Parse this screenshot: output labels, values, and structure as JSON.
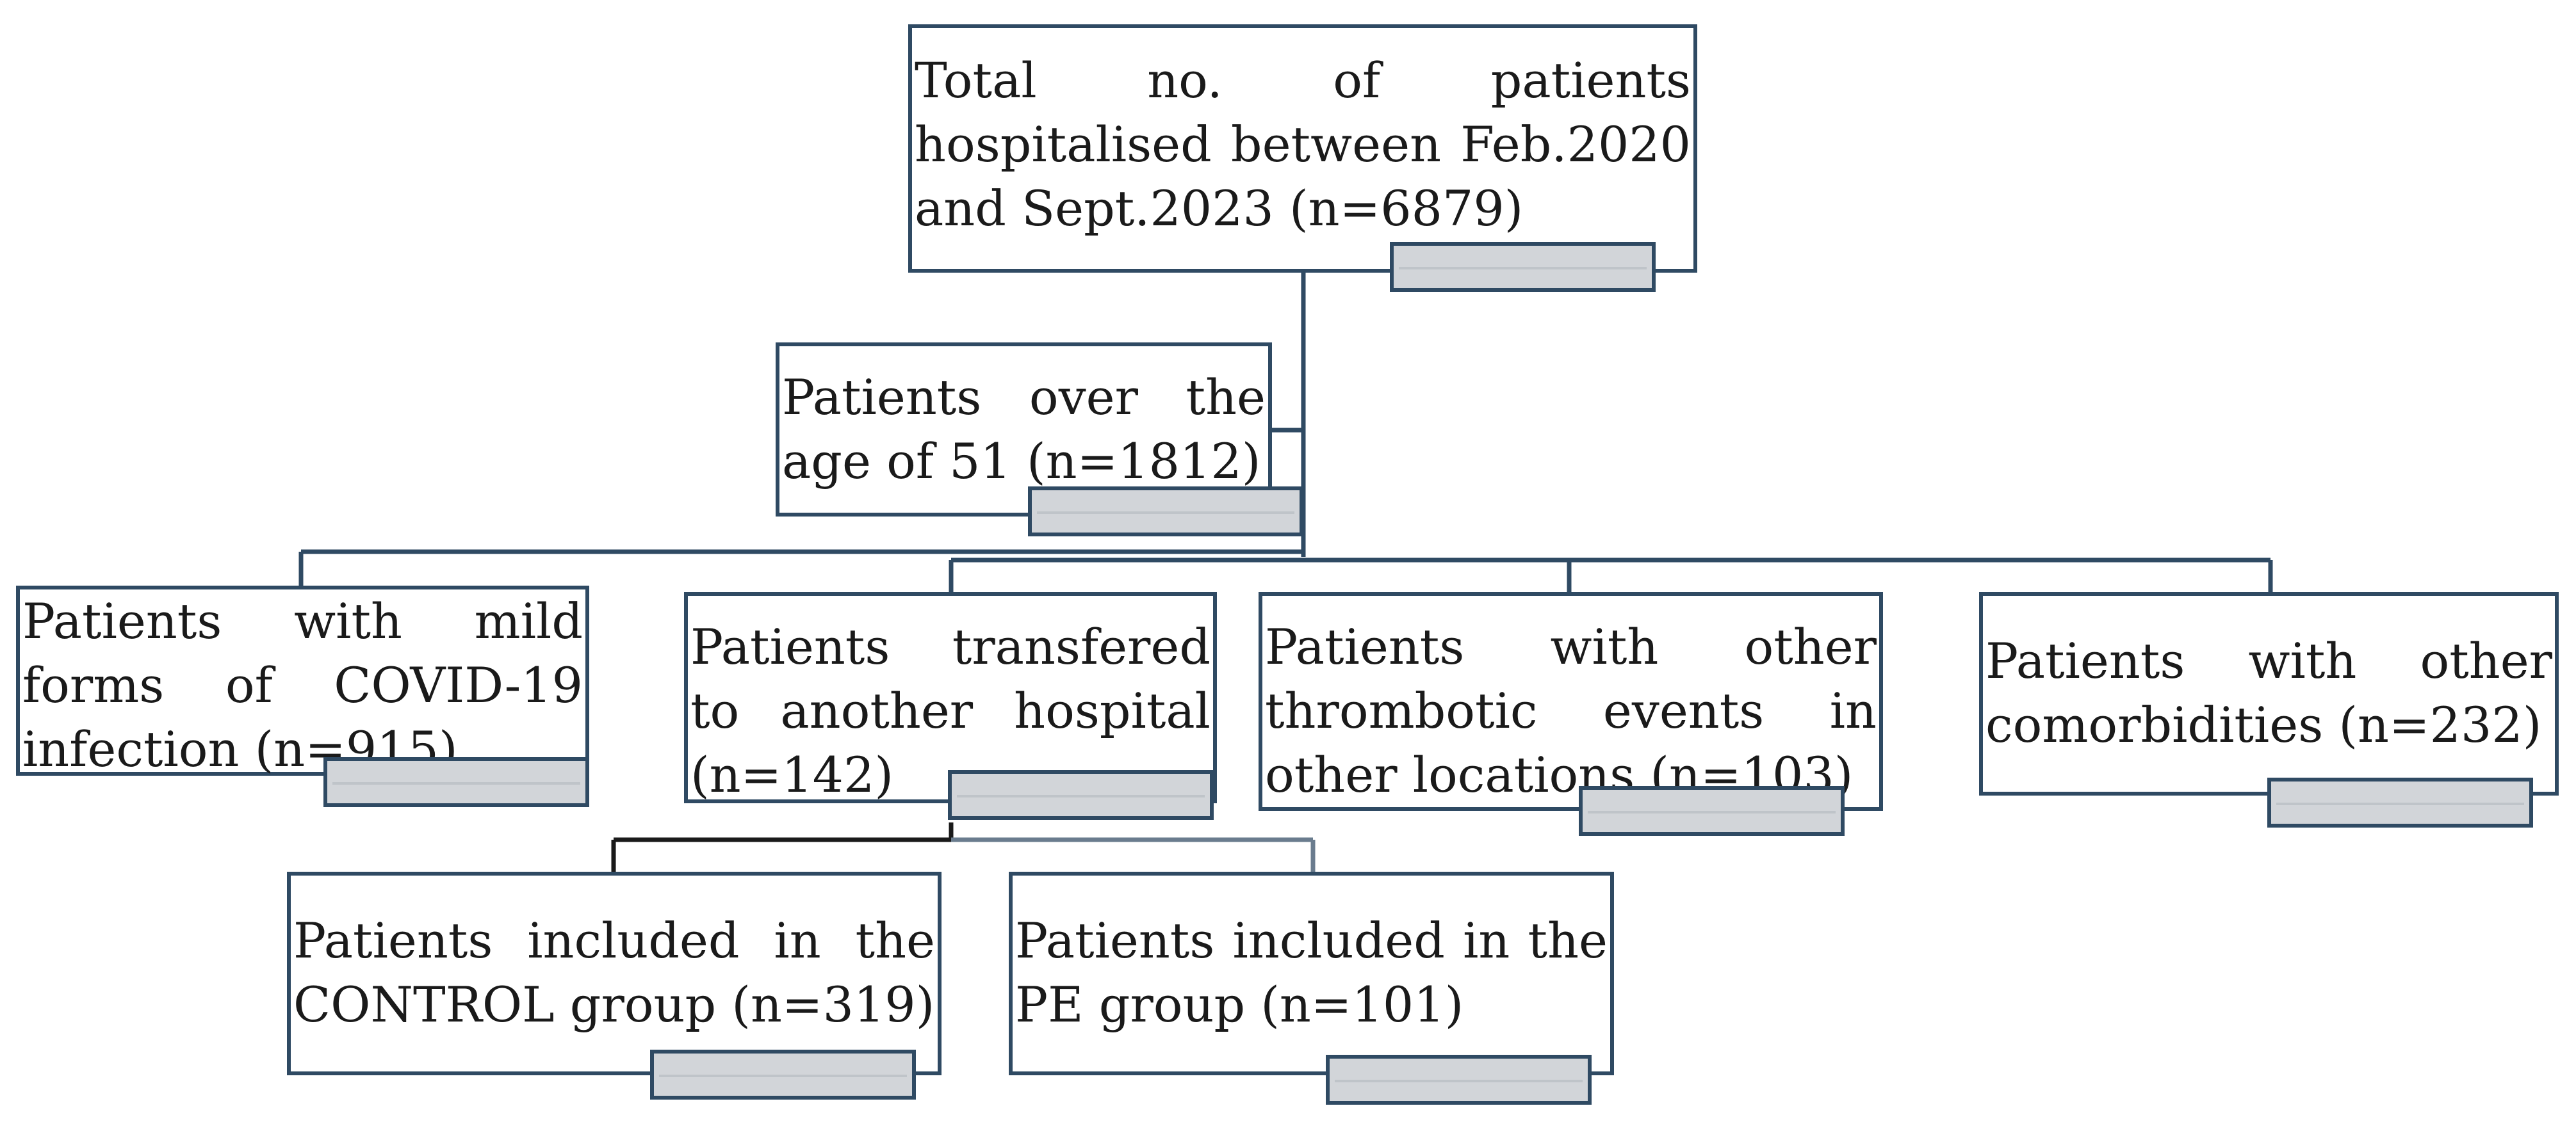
{
  "boxes": {
    "total": "Total no. of patients hospitalised between Feb.2020 and Sept.2023 (n=6879)",
    "age": "Patients over the age of 51 (n=1812)",
    "mild": "Patients with mild forms of COVID-19 infection (n=915)",
    "transferred": "Patients transfered to another hospital (n=142)",
    "thrombotic": "Patients with other thrombotic events in other locations (n=103)",
    "comorbidities": "Patients with other comorbidities (n=232)",
    "control": "Patients included in the CONTROL group (n=319)",
    "pe": "Patients included in the PE group (n=101)"
  }
}
